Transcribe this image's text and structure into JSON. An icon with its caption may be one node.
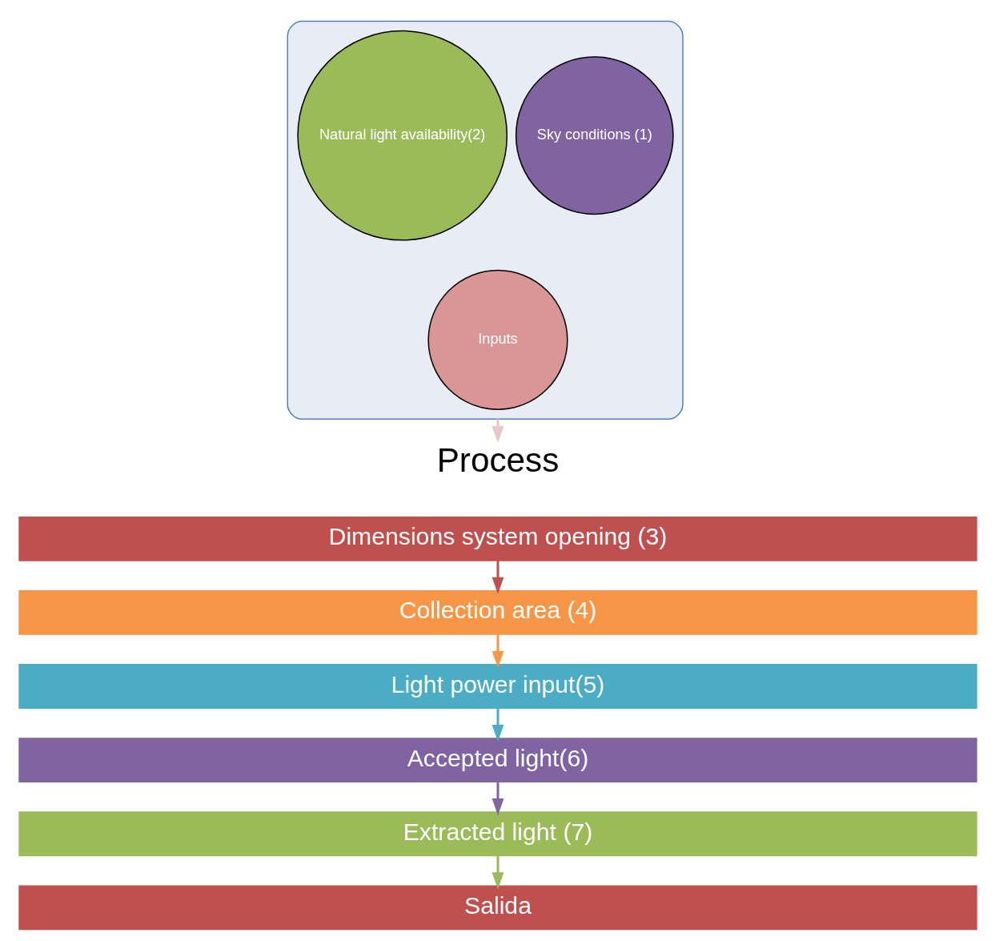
{
  "diagram": {
    "nodes": [
      {
        "text": [],
        "shape": "funnel"
      },
      {
        "text": [
          "Natural light availability(2)"
        ],
        "in": 0
      },
      {
        "text": [
          "Sky conditions (1)"
        ],
        "in": 0
      },
      {
        "text": [
          "Inputs"
        ],
        "in": 0
      },
      {
        "text": [
          "Process"
        ]
      },
      {
        "text": [
          "Dimensions system opening (3)"
        ]
      },
      {
        "text": [
          "Collection area (4)"
        ]
      },
      {
        "text": [
          "Light power input(5)"
        ]
      },
      {
        "text": [
          "Accepted light(6)"
        ]
      },
      {
        "text": [
          "Extracted light (7)"
        ]
      },
      {
        "text": [
          "Salida"
        ]
      }
    ],
    "edges": [
      {
        "from": 0,
        "to": 4,
        "arrow": "to",
        "color": "#e6c8c8"
      },
      {
        "from": 5,
        "to": 6,
        "arrow": "to",
        "color": "#c0504d"
      },
      {
        "from": 6,
        "to": 7,
        "arrow": "to",
        "color": "#f79646"
      },
      {
        "from": 7,
        "to": 8,
        "arrow": "to",
        "color": "#4bacc6"
      },
      {
        "from": 8,
        "to": 9,
        "arrow": "to",
        "color": "#8064a2"
      },
      {
        "from": 9,
        "to": 10,
        "arrow": "to",
        "color": "#9bbb59"
      }
    ]
  }
}
